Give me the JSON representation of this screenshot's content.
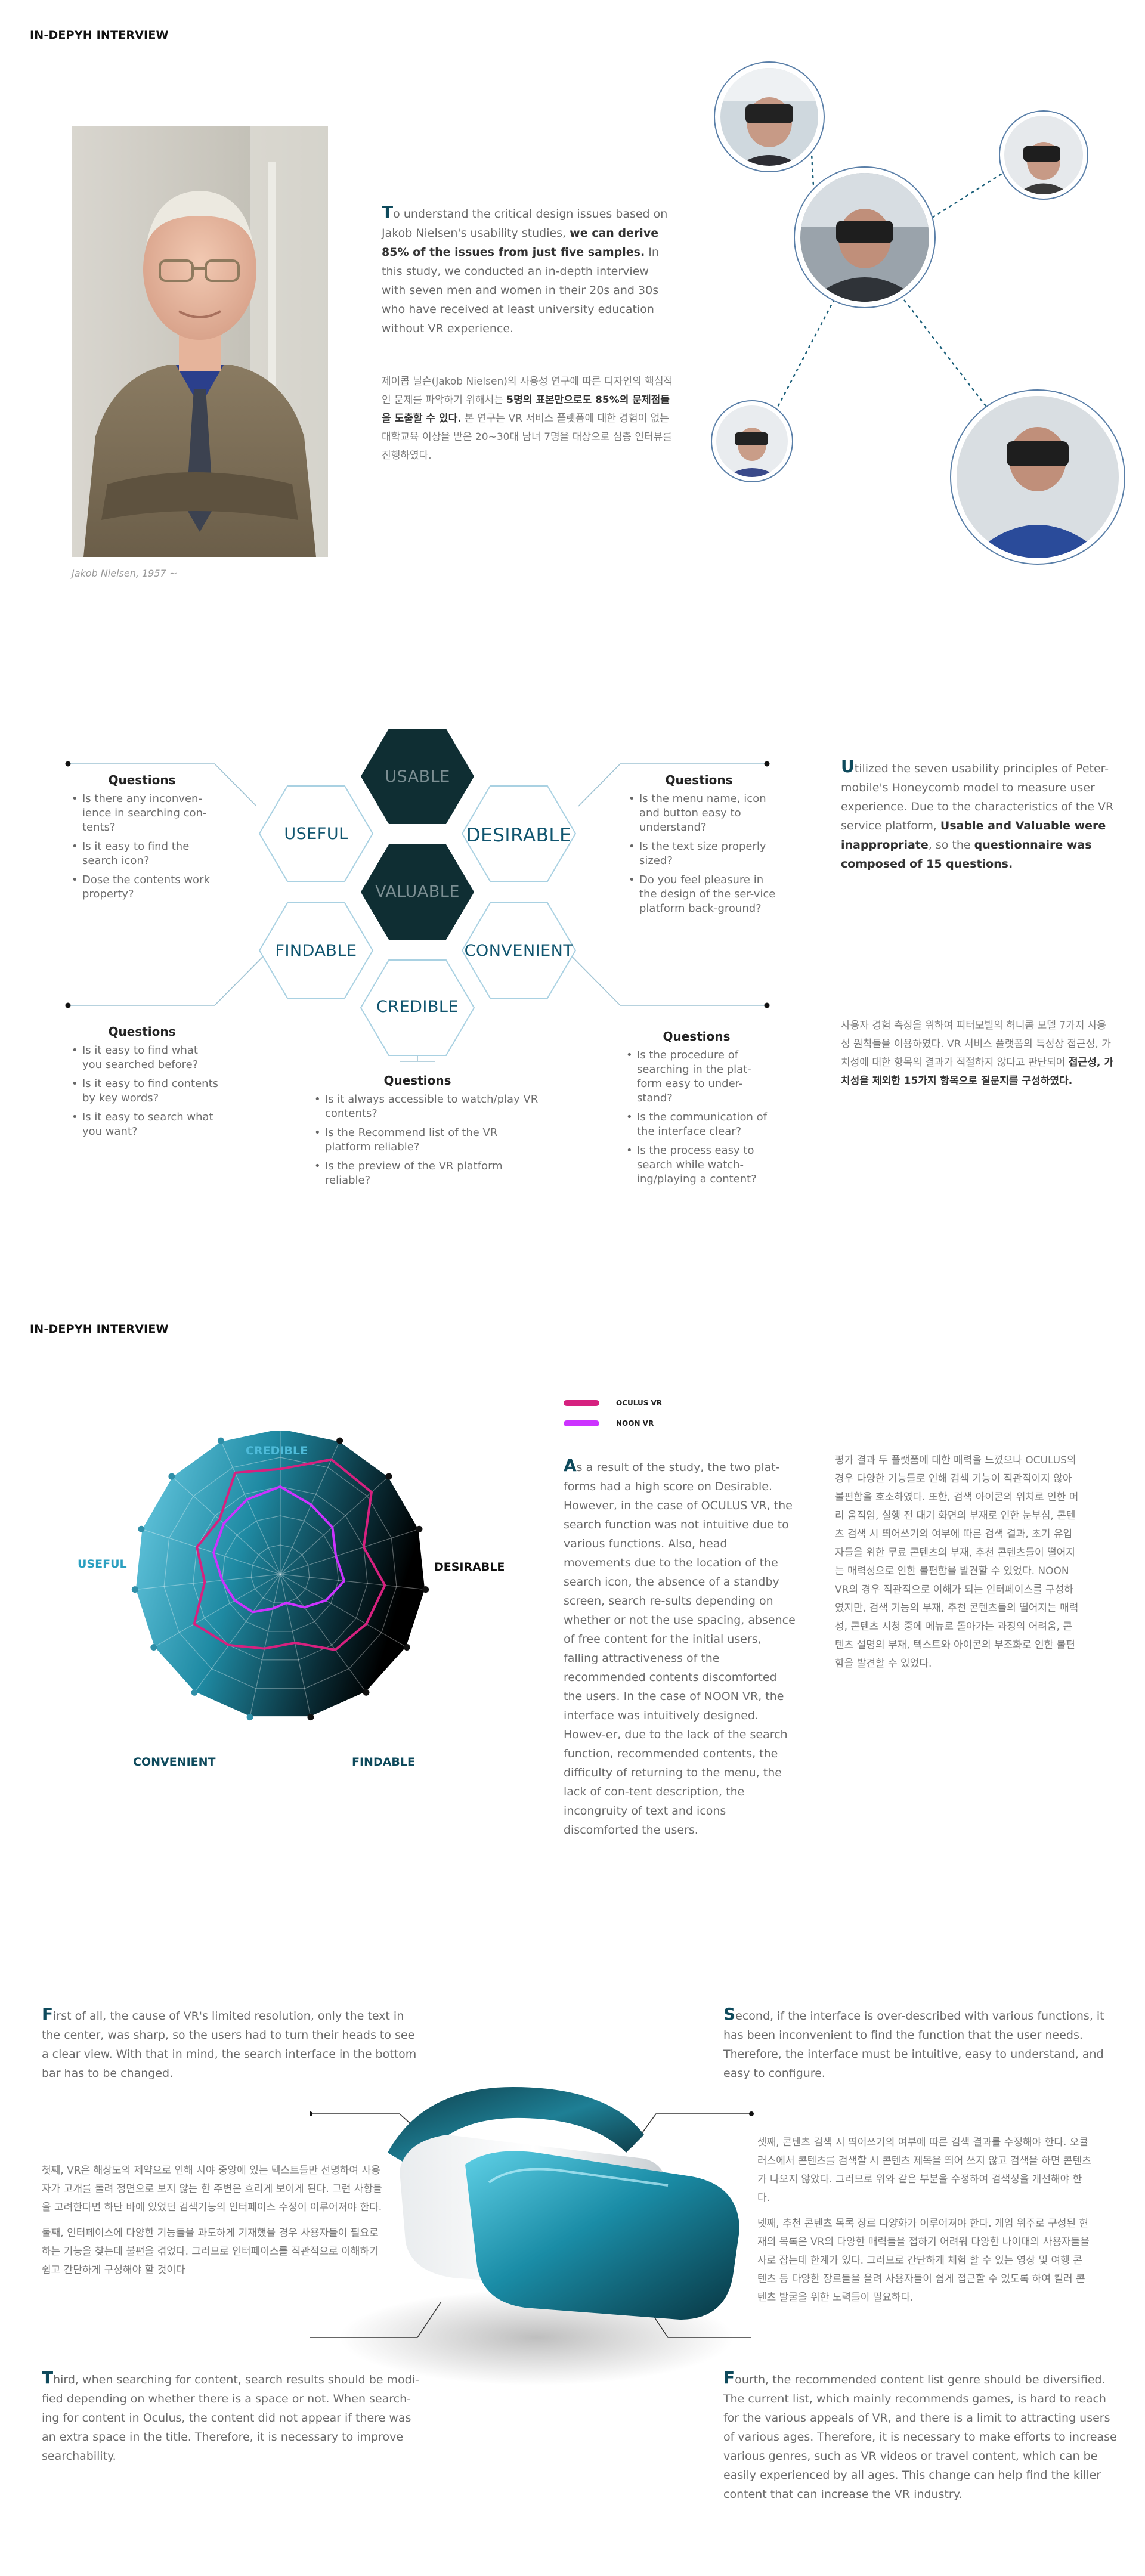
{
  "section1": {
    "title": "IN-DEPYH INTERVIEW",
    "caption": "Jakob Nielsen, 1957 ~",
    "en": {
      "drop": "T",
      "p1": "o understand the critical design issues based on Jakob Nielsen's usability studies, ",
      "b1": "we can derive 85% of the issues from just five samples.",
      "p2": " In this study, we conducted an in-depth interview with seven men and women in their 20s and 30s who have received at least university education without VR experience."
    },
    "ko": {
      "p1": "제이콥 닐슨(Jakob Nielsen)의 사용성 연구에 따른 디자인의 핵심적인 문제를 파악하기 위해서는 ",
      "b1": "5명의 표본만으로도 85%의 문제점들을 도출할 수 있다.",
      "p2": " 본 연구는 VR 서비스 플랫폼에 대한 경험이 없는 대학교육 이상을 받은 20~30대 남녀 7명을 대상으로 심층 인터뷰를 진행하였다."
    }
  },
  "section2": {
    "hexagons": {
      "usable": "USABLE",
      "useful": "USEFUL",
      "desirable": "DESIRABLE",
      "valuable": "VALUABLE",
      "findable": "FINDABLE",
      "convenient": "CONVENIENT",
      "credible": "CREDIBLE"
    },
    "questions": {
      "useful": {
        "title": "Questions",
        "items": [
          "Is there any inconven-ience in searching con-tents?",
          "Is it easy to find the search icon?",
          "Dose the contents work property?"
        ]
      },
      "desirable": {
        "title": "Questions",
        "items": [
          "Is the menu name, icon and button easy to understand?",
          "Is the text size properly sized?",
          "Do you feel pleasure in the design of the ser-vice platform back-ground?"
        ]
      },
      "findable": {
        "title": "Questions",
        "items": [
          "Is it easy to find what you searched before?",
          "Is it easy to find contents by key words?",
          "Is it easy to search what you want?"
        ]
      },
      "credible": {
        "title": "Questions",
        "items": [
          "Is it always accessible to watch/play VR contents?",
          "Is the Recommend list of the VR platform reliable?",
          "Is the preview of the VR platform reliable?"
        ]
      },
      "convenient": {
        "title": "Questions",
        "items": [
          "Is the procedure of searching in the plat-form easy to under-stand?",
          "Is the communication of the interface clear?",
          "Is the process easy to search while watch-ing/playing a content?"
        ]
      }
    },
    "en": {
      "drop": "U",
      "p1": "tilized the seven usability principles of Peter-mobile's Honeycomb model to measure user experience. Due to the characteristics of the VR service platform, ",
      "b1": "Usable and Valuable were inappropriate",
      "p2": ", so the ",
      "b2": "questionnaire was composed of 15 questions."
    },
    "ko": {
      "p1": "사용자 경험 측정을 위하여 피터모빌의 허니콤 모델 7가지 사용성 원칙들을 이용하였다. VR 서비스 플랫폼의 특성상 접근성, 가치성에 대한 항목의 결과가 적절하지 않다고 판단되어 ",
      "b1": "접근성, 가치성을 제외한 15가지 항목으로 질문지를 구성하였다."
    }
  },
  "section3": {
    "title": "IN-DEPYH INTERVIEW",
    "legend": [
      {
        "label": "OCULUS VR",
        "color": "#d6217f"
      },
      {
        "label": "NOON VR",
        "color": "#cc33ff"
      }
    ],
    "en": {
      "drop": "A",
      "p1": "s a result of the study, the two plat-forms had a high score on Desirable. However, in the case of OCULUS VR, the search function was not intuitive due to various functions. Also, head movements due to the location of the search icon, the absence of a standby screen, search re-sults depending on whether or not the use spacing, absence of free content for the initial users, falling attractiveness of the recommended contents discomforted the users. In the case of NOON VR, the interface was intuitively designed. Howev-er, due to the lack of the search function, recommended contents, the difficulty of returning to the menu, the lack of con-tent description, the incongruity of text and icons discomforted the users."
    },
    "ko": {
      "p1": "평가 결과 두 플랫폼에 대한 매력을 느꼈으나 OCULUS의 경우 다양한 기능들로 인해 검색 기능이 직관적이지 않아 불편함을 호소하였다. 또한, 검색 아이콘의 위치로 인한 머리 움직임, 실행 전 대기 화면의 부재로 인한 눈부심, 콘텐츠 검색 시 띄어쓰기의 여부에 따른 검색 결과, 초기 유입자들을 위한 무료 콘텐츠의 부재, 추천 콘텐츠들이 떨어지는 매력성으로 인한 불편함을 발견할 수 있었다. NOON VR의 경우 직관적으로 이해가 되는 인터페이스를 구성하였지만, 검색 기능의 부재, 추천 콘텐츠들의 떨어지는 매력성, 콘텐츠 시청 중에 메뉴로 돌아가는 과정의 어려움, 콘텐츠 설명의 부재, 텍스트와 아이콘의 부조화로 인한 불편함을 발견할 수 있었다."
    },
    "chart_data": {
      "type": "radar",
      "axes": [
        "CREDIBLE",
        "DESIRABLE",
        "FINDABLE",
        "CONVENIENT",
        "USEFUL"
      ],
      "rmax": 5,
      "ring_count": 5,
      "spokes": 15,
      "series": [
        {
          "name": "OCULUS VR",
          "color": "#d6217f",
          "values": [
            3.6,
            4.3,
            4.2,
            3.0,
            3.6,
            3.4,
            3.2,
            2.4,
            2.6,
            3.0,
            3.4,
            2.6,
            3.0,
            2.8,
            3.8
          ]
        },
        {
          "name": "NOON VR",
          "color": "#cc33ff",
          "values": [
            3.0,
            2.6,
            2.4,
            2.0,
            2.2,
            1.8,
            1.4,
            1.0,
            1.2,
            1.6,
            1.8,
            2.0,
            2.4,
            2.6,
            2.8
          ]
        }
      ]
    }
  },
  "section4": {
    "first": {
      "drop": "F",
      "text": "irst of all, the cause of VR's limited resolution, only the text in the center, was sharp, so the users had to turn their heads to see a clear view. With that in mind, the search interface in the bottom bar has to be changed."
    },
    "second": {
      "drop": "S",
      "text": "econd, if the interface is over-described with various functions, it has been inconvenient to find the function that the user needs. Therefore, the interface must be intuitive, easy to understand, and easy to configure."
    },
    "ko_left": [
      "첫째, VR은 해상도의 제약으로 인해 시야 중앙에 있는 텍스트들만 선명하여 사용자가 고개를 돌려 정면으로 보지 않는 한 주변은 흐리게 보이게 된다. 그런 사항들을 고려한다면 하단 바에 있었던 검색기능의 인터페이스 수정이 이루어져야 한다.",
      "둘째, 인터페이스에 다양한 기능들을 과도하게 기재했을 경우 사용자들이 필요로하는 기능을 찾는데 불편을 겪었다. 그러므로 인터페이스를 직관적으로 이해하기 쉽고 간단하게 구성해야 할 것이다"
    ],
    "ko_right": [
      "셋째, 콘텐츠 검색 시 띄어쓰기의 여부에 따른 검색 결과를 수정해야 한다. 오큘러스에서 콘텐츠를 검색할 시 콘텐츠 제목을 띄어 쓰지 않고 검색을 하면 콘텐츠가 나오지 않았다. 그러므로 위와 같은 부분을 수정하여 검색성을 개선해야 한다.",
      "넷째, 추천 콘텐츠 목록 장르 다양화가 이루어져야 한다. 게임 위주로 구성된 현재의 목록은 VR의 다양한 매력들을 접하기 어려워 다양한 나이대의 사용자들을 사로 잡는데 한계가 있다. 그러므로 간단하게 체험 할 수 있는 영상 및 여행 콘텐츠 등 다양한 장르들을 올려 사용자들이 쉽게 접근할 수 있도록 하여 킬러 콘텐츠 발굴을 위한 노력들이 필요하다."
    ],
    "third": {
      "drop": "T",
      "text": "hird, when searching for content, search results should be modi-fied depending on whether there is a space or not. When search-ing for content in Oculus, the content did not appear if there was an extra space in the title. Therefore, it is necessary to improve searchability."
    },
    "fourth": {
      "drop": "F",
      "text": "ourth, the recommended content list genre should be diversified. The current list, which mainly recommends games, is hard to reach for the various appeals of VR, and there is a limit to attracting users of various ages. Therefore, it is necessary to make efforts to increase various genres, such as VR videos or travel content, which can be easily experienced by all ages. This change can help find the killer content that can increase the VR industry."
    }
  }
}
